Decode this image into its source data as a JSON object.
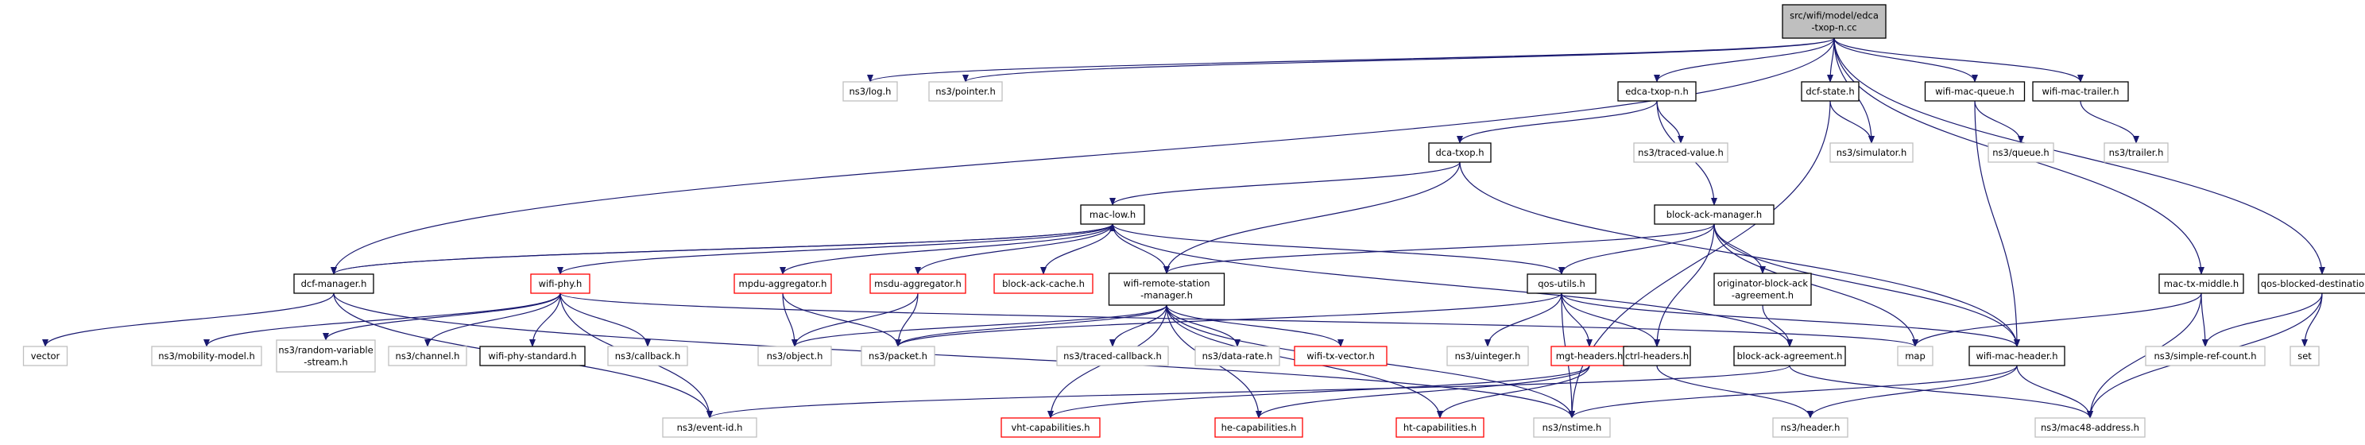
{
  "graph": {
    "edge_color": "#191970",
    "nodes": [
      {
        "id": "root",
        "lines": [
          "src/wifi/model/edca",
          "-txop-n.cc"
        ],
        "style": "root"
      },
      {
        "id": "log",
        "lines": [
          "ns3/log.h"
        ],
        "style": "gray"
      },
      {
        "id": "pointer",
        "lines": [
          "ns3/pointer.h"
        ],
        "style": "gray"
      },
      {
        "id": "edcan",
        "lines": [
          "edca-txop-n.h"
        ],
        "style": "normal"
      },
      {
        "id": "dcfstate",
        "lines": [
          "dcf-state.h"
        ],
        "style": "normal"
      },
      {
        "id": "wmq",
        "lines": [
          "wifi-mac-queue.h"
        ],
        "style": "normal"
      },
      {
        "id": "wmt",
        "lines": [
          "wifi-mac-trailer.h"
        ],
        "style": "normal"
      },
      {
        "id": "tracedvalue",
        "lines": [
          "ns3/traced-value.h"
        ],
        "style": "gray"
      },
      {
        "id": "simulator",
        "lines": [
          "ns3/simulator.h"
        ],
        "style": "gray"
      },
      {
        "id": "queue",
        "lines": [
          "ns3/queue.h"
        ],
        "style": "gray"
      },
      {
        "id": "trailer",
        "lines": [
          "ns3/trailer.h"
        ],
        "style": "gray"
      },
      {
        "id": "dcatxop",
        "lines": [
          "dca-txop.h"
        ],
        "style": "normal"
      },
      {
        "id": "bam",
        "lines": [
          "block-ack-manager.h"
        ],
        "style": "normal"
      },
      {
        "id": "maclow",
        "lines": [
          "mac-low.h"
        ],
        "style": "normal"
      },
      {
        "id": "dcfmgr",
        "lines": [
          "dcf-manager.h"
        ],
        "style": "normal"
      },
      {
        "id": "wifiphy",
        "lines": [
          "wifi-phy.h"
        ],
        "style": "red"
      },
      {
        "id": "mpdu",
        "lines": [
          "mpdu-aggregator.h"
        ],
        "style": "red"
      },
      {
        "id": "msdu",
        "lines": [
          "msdu-aggregator.h"
        ],
        "style": "red"
      },
      {
        "id": "bacache",
        "lines": [
          "block-ack-cache.h"
        ],
        "style": "red"
      },
      {
        "id": "wrsm",
        "lines": [
          "wifi-remote-station",
          "-manager.h"
        ],
        "style": "normal"
      },
      {
        "id": "qos",
        "lines": [
          "qos-utils.h"
        ],
        "style": "normal"
      },
      {
        "id": "oba",
        "lines": [
          "originator-block-ack",
          "-agreement.h"
        ],
        "style": "normal"
      },
      {
        "id": "mactx",
        "lines": [
          "mac-tx-middle.h"
        ],
        "style": "normal"
      },
      {
        "id": "qbd",
        "lines": [
          "qos-blocked-destinations.h"
        ],
        "style": "normal"
      },
      {
        "id": "vector",
        "lines": [
          "vector"
        ],
        "style": "gray"
      },
      {
        "id": "mobility",
        "lines": [
          "ns3/mobility-model.h"
        ],
        "style": "gray"
      },
      {
        "id": "randvar",
        "lines": [
          "ns3/random-variable",
          "-stream.h"
        ],
        "style": "gray"
      },
      {
        "id": "channel",
        "lines": [
          "ns3/channel.h"
        ],
        "style": "gray"
      },
      {
        "id": "phystd",
        "lines": [
          "wifi-phy-standard.h"
        ],
        "style": "normal"
      },
      {
        "id": "callback",
        "lines": [
          "ns3/callback.h"
        ],
        "style": "gray"
      },
      {
        "id": "object",
        "lines": [
          "ns3/object.h"
        ],
        "style": "gray"
      },
      {
        "id": "packet",
        "lines": [
          "ns3/packet.h"
        ],
        "style": "gray"
      },
      {
        "id": "tracedcb",
        "lines": [
          "ns3/traced-callback.h"
        ],
        "style": "gray"
      },
      {
        "id": "datarate",
        "lines": [
          "ns3/data-rate.h"
        ],
        "style": "gray"
      },
      {
        "id": "txvector",
        "lines": [
          "wifi-tx-vector.h"
        ],
        "style": "red"
      },
      {
        "id": "uinteger",
        "lines": [
          "ns3/uinteger.h"
        ],
        "style": "gray"
      },
      {
        "id": "mgt",
        "lines": [
          "mgt-headers.h"
        ],
        "style": "red"
      },
      {
        "id": "ctrl",
        "lines": [
          "ctrl-headers.h"
        ],
        "style": "normal"
      },
      {
        "id": "baa",
        "lines": [
          "block-ack-agreement.h"
        ],
        "style": "normal"
      },
      {
        "id": "map",
        "lines": [
          "map"
        ],
        "style": "gray"
      },
      {
        "id": "wmh",
        "lines": [
          "wifi-mac-header.h"
        ],
        "style": "normal"
      },
      {
        "id": "simplerc",
        "lines": [
          "ns3/simple-ref-count.h"
        ],
        "style": "gray"
      },
      {
        "id": "set",
        "lines": [
          "set"
        ],
        "style": "gray"
      },
      {
        "id": "eventid",
        "lines": [
          "ns3/event-id.h"
        ],
        "style": "gray"
      },
      {
        "id": "vht",
        "lines": [
          "vht-capabilities.h"
        ],
        "style": "red"
      },
      {
        "id": "he",
        "lines": [
          "he-capabilities.h"
        ],
        "style": "red"
      },
      {
        "id": "ht",
        "lines": [
          "ht-capabilities.h"
        ],
        "style": "red"
      },
      {
        "id": "nstime",
        "lines": [
          "ns3/nstime.h"
        ],
        "style": "gray"
      },
      {
        "id": "header",
        "lines": [
          "ns3/header.h"
        ],
        "style": "gray"
      },
      {
        "id": "mac48",
        "lines": [
          "ns3/mac48-address.h"
        ],
        "style": "gray"
      }
    ],
    "edges": [
      [
        "root",
        "log"
      ],
      [
        "root",
        "pointer"
      ],
      [
        "root",
        "edcan"
      ],
      [
        "root",
        "dcfstate"
      ],
      [
        "root",
        "simulator"
      ],
      [
        "root",
        "wmq"
      ],
      [
        "root",
        "wmt"
      ],
      [
        "root",
        "mactx"
      ],
      [
        "root",
        "qbd"
      ],
      [
        "root",
        "dcfmgr"
      ],
      [
        "edcan",
        "dcatxop"
      ],
      [
        "edcan",
        "tracedvalue"
      ],
      [
        "edcan",
        "bam"
      ],
      [
        "dcfstate",
        "simulator"
      ],
      [
        "dcfstate",
        "nstime"
      ],
      [
        "wmq",
        "queue"
      ],
      [
        "wmq",
        "wmh"
      ],
      [
        "wmt",
        "trailer"
      ],
      [
        "dcatxop",
        "maclow"
      ],
      [
        "dcatxop",
        "wrsm"
      ],
      [
        "dcatxop",
        "wmh"
      ],
      [
        "maclow",
        "dcfmgr"
      ],
      [
        "maclow",
        "wifiphy"
      ],
      [
        "maclow",
        "mpdu"
      ],
      [
        "maclow",
        "msdu"
      ],
      [
        "maclow",
        "bacache"
      ],
      [
        "maclow",
        "wrsm"
      ],
      [
        "maclow",
        "qos"
      ],
      [
        "maclow",
        "baa"
      ],
      [
        "dcfmgr",
        "maclow"
      ],
      [
        "dcfmgr",
        "vector"
      ],
      [
        "dcfmgr",
        "eventid"
      ],
      [
        "dcfmgr",
        "nstime"
      ],
      [
        "wifiphy",
        "mobility"
      ],
      [
        "wifiphy",
        "randvar"
      ],
      [
        "wifiphy",
        "channel"
      ],
      [
        "wifiphy",
        "phystd"
      ],
      [
        "wifiphy",
        "callback"
      ],
      [
        "wifiphy",
        "eventid"
      ],
      [
        "wifiphy",
        "map"
      ],
      [
        "mpdu",
        "object"
      ],
      [
        "mpdu",
        "packet"
      ],
      [
        "msdu",
        "object"
      ],
      [
        "msdu",
        "packet"
      ],
      [
        "wrsm",
        "object"
      ],
      [
        "wrsm",
        "packet"
      ],
      [
        "wrsm",
        "tracedcb"
      ],
      [
        "wrsm",
        "datarate"
      ],
      [
        "wrsm",
        "txvector"
      ],
      [
        "wrsm",
        "vht"
      ],
      [
        "wrsm",
        "he"
      ],
      [
        "wrsm",
        "ht"
      ],
      [
        "wrsm",
        "nstime"
      ],
      [
        "bam",
        "wrsm"
      ],
      [
        "bam",
        "qos"
      ],
      [
        "bam",
        "oba"
      ],
      [
        "bam",
        "ctrl"
      ],
      [
        "bam",
        "map"
      ],
      [
        "bam",
        "wmh"
      ],
      [
        "qos",
        "packet"
      ],
      [
        "qos",
        "uinteger"
      ],
      [
        "qos",
        "mgt"
      ],
      [
        "qos",
        "ctrl"
      ],
      [
        "qos",
        "wmh"
      ],
      [
        "qos",
        "nstime"
      ],
      [
        "oba",
        "baa"
      ],
      [
        "mgt",
        "vht"
      ],
      [
        "mgt",
        "he"
      ],
      [
        "mgt",
        "ht"
      ],
      [
        "ctrl",
        "header"
      ],
      [
        "baa",
        "eventid"
      ],
      [
        "baa",
        "mac48"
      ],
      [
        "wmh",
        "header"
      ],
      [
        "wmh",
        "mac48"
      ],
      [
        "wmh",
        "nstime"
      ],
      [
        "mactx",
        "map"
      ],
      [
        "mactx",
        "simplerc"
      ],
      [
        "mactx",
        "mac48"
      ],
      [
        "qbd",
        "simplerc"
      ],
      [
        "qbd",
        "set"
      ],
      [
        "qbd",
        "mac48"
      ]
    ]
  }
}
